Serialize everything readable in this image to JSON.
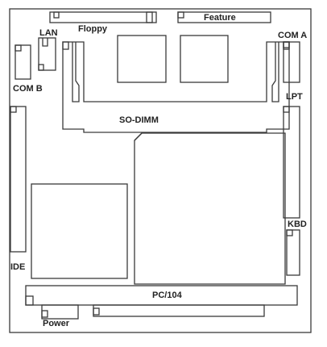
{
  "labels": {
    "floppy": "Floppy",
    "feature": "Feature",
    "lan": "LAN",
    "com_a": "COM A",
    "com_b": "COM B",
    "lpt": "LPT",
    "so_dimm": "SO-DIMM",
    "kbd": "KBD",
    "ide": "IDE",
    "pc104": "PC/104",
    "power": "Power"
  },
  "colors": {
    "line": "#3a3a3a",
    "background": "#ffffff"
  }
}
